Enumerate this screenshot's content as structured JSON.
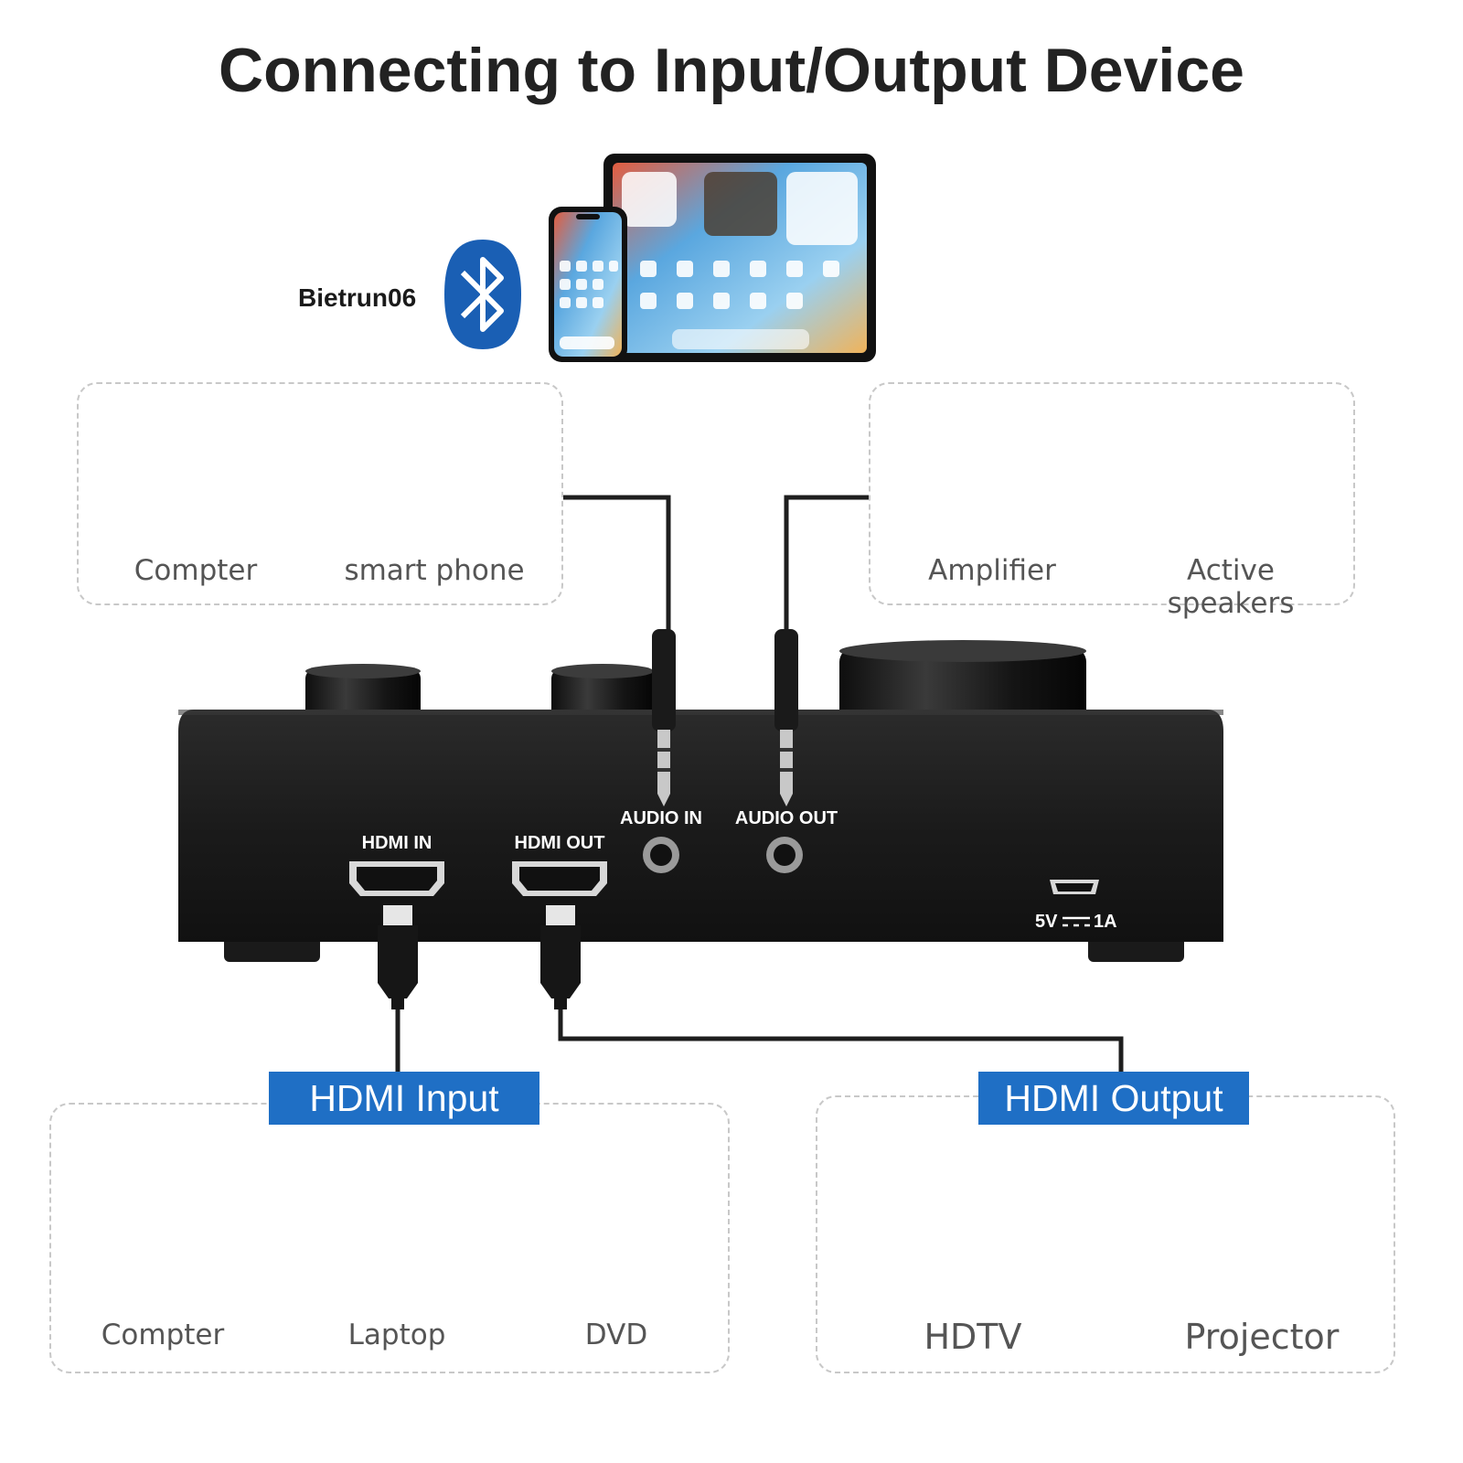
{
  "title": "Connecting to Input/Output Device",
  "bluetooth": {
    "name": "Bietrun06",
    "icon": "bluetooth-icon"
  },
  "audio_input_devices": [
    "Compter",
    "smart phone"
  ],
  "audio_output_devices": [
    "Amplifier",
    "Active speakers"
  ],
  "ports": {
    "audio_in": "AUDIO IN",
    "audio_out": "AUDIO OUT",
    "hdmi_in": "HDMI IN",
    "hdmi_out": "HDMI OUT",
    "power": "5V",
    "power_current": "1A"
  },
  "hdmi_input": {
    "label": "HDMI Input",
    "devices": [
      "Compter",
      "Laptop",
      "DVD"
    ]
  },
  "hdmi_output": {
    "label": "HDMI Output",
    "devices": [
      "HDTV",
      "Projector"
    ]
  },
  "colors": {
    "accent": "#1f6fc5",
    "device_body": "#1b1b1b",
    "cable": "#1e1e1e"
  }
}
